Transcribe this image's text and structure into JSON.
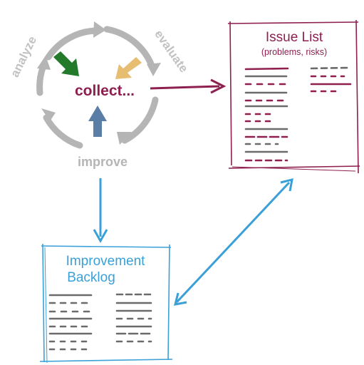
{
  "cycle": {
    "center": "collect...",
    "stages": [
      "analyze",
      "evaluate",
      "improve"
    ]
  },
  "issue_list": {
    "title": "Issue List",
    "subtitle": "(problems, risks)"
  },
  "backlog": {
    "title_line1": "Improvement",
    "title_line2": "Backlog"
  },
  "colors": {
    "cycle_gray": "#b5b5b5",
    "issue": "#8e1f4f",
    "backlog": "#3aa0d8",
    "green": "#237a2b",
    "orange": "#e7bd72",
    "steel": "#5b7ea6",
    "line_gray": "#6b6b6b"
  }
}
